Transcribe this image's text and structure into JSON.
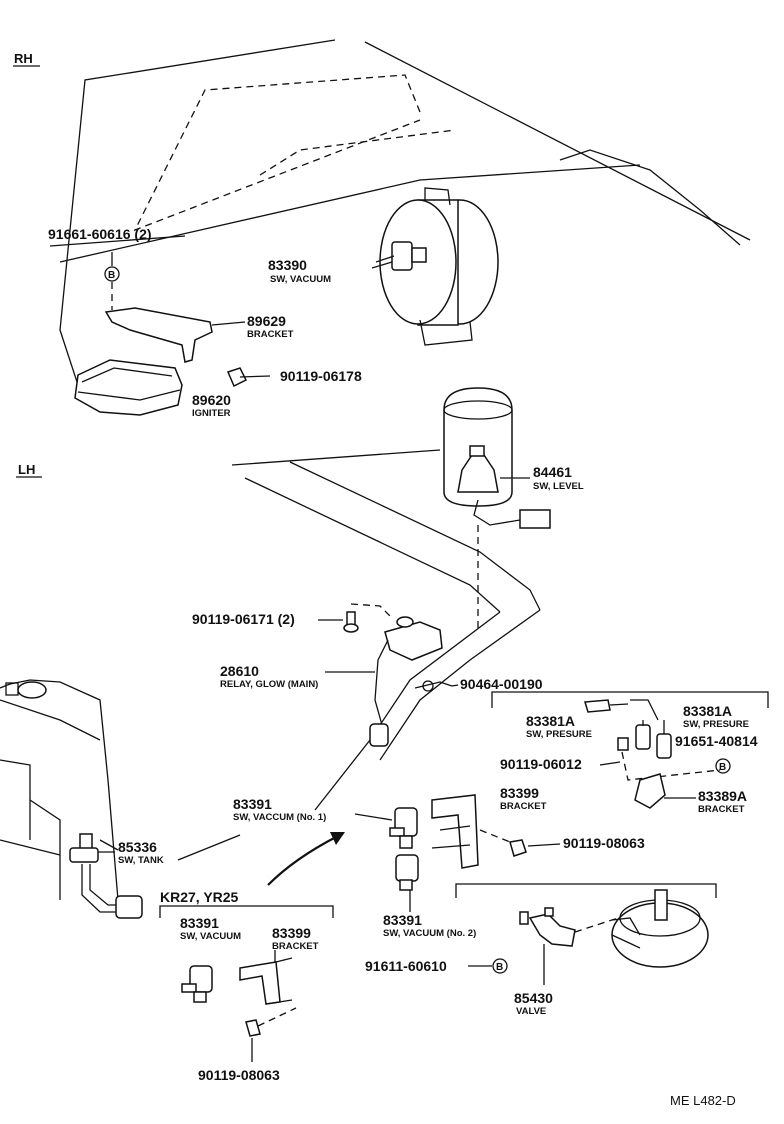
{
  "sections": {
    "rh": "RH",
    "lh": "LH"
  },
  "model_group": "KR27, YR25",
  "drawing_code": "ME L482-D",
  "callouts": [
    {
      "id": "91661-60616",
      "part": "91661-60616 (2)",
      "name": ""
    },
    {
      "id": "83390",
      "part": "83390",
      "name": "SW, VACUUM"
    },
    {
      "id": "89629",
      "part": "89629",
      "name": "BRACKET"
    },
    {
      "id": "90119-06178",
      "part": "90119-06178",
      "name": ""
    },
    {
      "id": "89620",
      "part": "89620",
      "name": "IGNITER"
    },
    {
      "id": "84461",
      "part": "84461",
      "name": "SW, LEVEL"
    },
    {
      "id": "90119-06171",
      "part": "90119-06171 (2)",
      "name": ""
    },
    {
      "id": "28610",
      "part": "28610",
      "name": "RELAY, GLOW (MAIN)"
    },
    {
      "id": "90464-00190",
      "part": "90464-00190",
      "name": ""
    },
    {
      "id": "83381A-top",
      "part": "83381A",
      "name": "SW, PRESURE"
    },
    {
      "id": "83381A-left",
      "part": "83381A",
      "name": "SW, PRESURE"
    },
    {
      "id": "91651-40814",
      "part": "91651-40814",
      "name": ""
    },
    {
      "id": "90119-06012",
      "part": "90119-06012",
      "name": ""
    },
    {
      "id": "83389A",
      "part": "83389A",
      "name": "BRACKET"
    },
    {
      "id": "83391-no1",
      "part": "83391",
      "name": "SW, VACCUM (No. 1)"
    },
    {
      "id": "83399",
      "part": "83399",
      "name": "BRACKET"
    },
    {
      "id": "90119-08063-right",
      "part": "90119-08063",
      "name": ""
    },
    {
      "id": "85336",
      "part": "85336",
      "name": "SW, TANK"
    },
    {
      "id": "83391-no2",
      "part": "83391",
      "name": "SW, VACUUM (No. 2)"
    },
    {
      "id": "83391-kr",
      "part": "83391",
      "name": "SW, VACUUM"
    },
    {
      "id": "83399-kr",
      "part": "83399",
      "name": "BRACKET"
    },
    {
      "id": "91611-60610",
      "part": "91611-60610",
      "name": ""
    },
    {
      "id": "85430",
      "part": "85430",
      "name": "VALVE"
    },
    {
      "id": "90119-08063-bottom",
      "part": "90119-08063",
      "name": ""
    }
  ],
  "reference_marker": "B"
}
